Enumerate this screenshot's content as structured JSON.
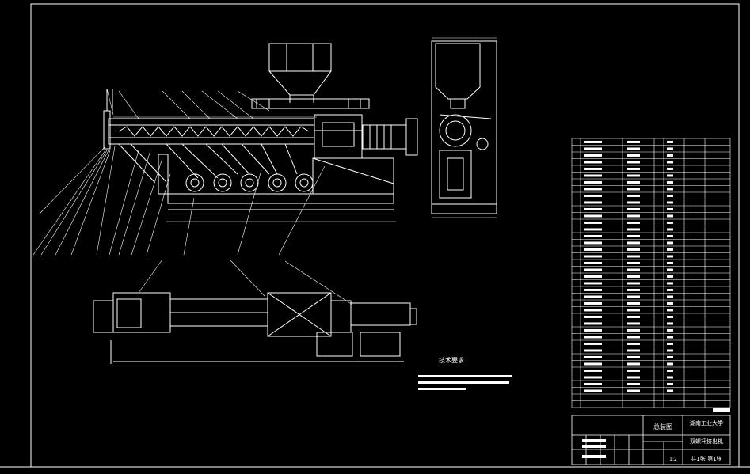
{
  "colors": {
    "background": "#000000",
    "line": "#ffffff",
    "accent_green": "#36d36a",
    "accent_cyan": "#00d6e6"
  },
  "drawing": {
    "notes_heading": "技术要求",
    "title_block": {
      "school": "湖南工业大学",
      "drawing_name": "双螺杆挤出机",
      "sheet": "共1张 第1张",
      "scale": "1:2",
      "assembly_label": "总装图"
    }
  }
}
